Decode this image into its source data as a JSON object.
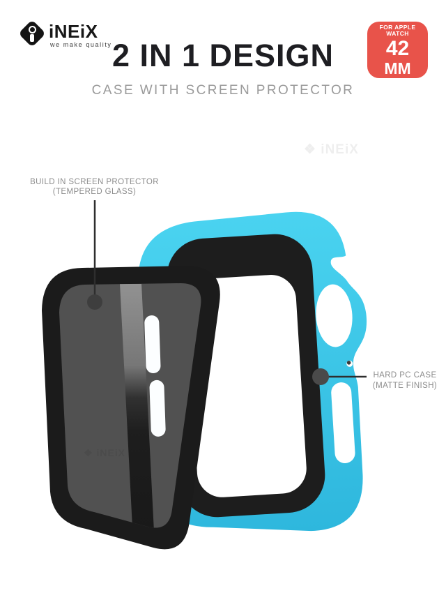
{
  "brand": {
    "name": "iNEiX",
    "tagline": "we make quality",
    "logo_icon": "diamond-i-logo-icon"
  },
  "header": {
    "title": "2 IN 1 DESIGN",
    "subtitle": "CASE WITH SCREEN PROTECTOR"
  },
  "badge": {
    "line1": "FOR APPLE",
    "line2": "WATCH",
    "size": "42",
    "unit": "MM",
    "color": "#E8534A"
  },
  "annotations": {
    "left": {
      "line1": "BUILD IN SCREEN PROTECTOR",
      "line2": "(TEMPERED GLASS)"
    },
    "right": {
      "line1": "HARD PC CASE",
      "line2": "(MATTE FINISH)"
    }
  },
  "watermarks": {
    "top": "❖ iNEiX",
    "glass": "❖ iNEiX"
  },
  "illustration": {
    "items": [
      "tempered-glass-screen-protector",
      "hard-pc-watch-case"
    ],
    "cutouts": [
      "digital-crown-cutout",
      "microphone-hole",
      "side-button-cutout"
    ]
  },
  "colors": {
    "case_blue": "#35C4E8",
    "frame_black": "#1D1D1D",
    "badge_red": "#E8534A",
    "annotation_gray": "#8C8C8C",
    "title_black": "#1E1E22"
  }
}
